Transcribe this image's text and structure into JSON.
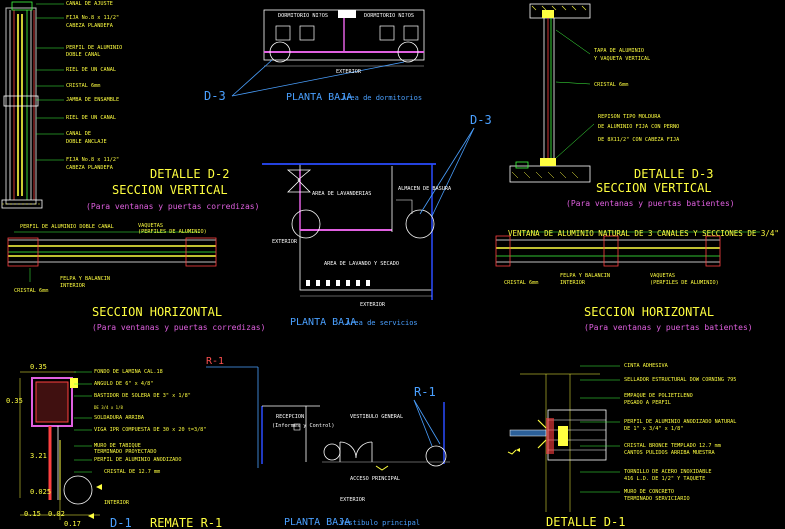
{
  "detail_d2": {
    "title": "DETALLE D-2",
    "subtitle": "SECCION VERTICAL",
    "note": "(Para ventanas y puertas corredizas)",
    "labels": [
      "CANAL DE AJUSTE",
      "FIJA No.8 x 11/2\"",
      "CABEZA PLANDEFA",
      "PERFIL DE ALUMINIO",
      "DOBLE CANAL",
      "RIEL DE UN CANAL",
      "CRISTAL 6mm",
      "JAMBA DE ENSAMBLE",
      "RIEL DE UN CANAL",
      "CANAL DE",
      "DOBLE ANCLAJE",
      "FIJA No.8 x 11/2\"",
      "CABEZA PLANDEFA"
    ]
  },
  "horiz_left": {
    "title": "SECCION HORIZONTAL",
    "note": "(Para ventanas y puertas corredizas)",
    "labels": [
      "PERFIL DE ALUMINIO DOBLE CANAL",
      "VAQUETAS",
      "(PERFILES DE ALUMINIO)",
      "FELPA Y BALANCIN",
      "INTERIOR",
      "CRISTAL 6mm"
    ]
  },
  "plan_top": {
    "rooms": [
      "DORMITORIO NI?OS",
      "DORMITORIO NI?OS"
    ],
    "exterior": "EXTERIOR",
    "title": "PLANTA BAJA",
    "subtitle": "Area de dormitorios",
    "marker": "D-3"
  },
  "detail_d3": {
    "labels": [
      "TAPA DE ALUMINIO",
      "Y VAQUETA VERTICAL",
      "CRISTAL 6mm",
      "REPISON TIPO MOLDURA",
      "DE ALUMINIO FIJA CON PERNO",
      "DE 8X11/2\" CON CABEZA FIJA"
    ],
    "title": "DETALLE D-3",
    "subtitle": "SECCION VERTICAL",
    "note": "(Para ventanas y puertas batientes)"
  },
  "plan_center": {
    "marker": "D-3",
    "labels": [
      "AREA DE LAVANDERIAS",
      "ALMACEN DE BASURA",
      "EXTERIOR",
      "AREA DE LAVANDO Y SECADO",
      "EXTERIOR"
    ],
    "title": "PLANTA BAJA",
    "subtitle": "Area de servicios"
  },
  "horiz_right": {
    "header": "VENTANA DE ALUMINIO NATURAL DE 3 CANALES Y SECCIONES DE 3/4\"",
    "labels": [
      "FELPA Y BALANCIN",
      "INTERIOR",
      "VAQUETAS",
      "(PERFILES DE ALUMINIO)",
      "CRISTAL 6mm"
    ],
    "title": "SECCION HORIZONTAL",
    "note": "(Para ventanas y puertas batientes)"
  },
  "remate": {
    "dims": [
      "0.35",
      "0.35",
      "3.21",
      "0.025",
      "0.15",
      "0.02",
      "0.17"
    ],
    "labels": [
      "FONDO DE LAMINA CAL.18",
      "ANGULO DE 6\" x 4/8\"",
      "BASTIDOR DE SOLERA DE 3\" x 1/8\"",
      "DE 3/4 x 1/8",
      "SOLDADURA ARRIBA",
      "VIGA IPR COMPUESTA DE 30 x 20 t=3/8\"",
      "MURO DE TABIQUE",
      "TERMINADO PROYECTADO",
      "PERFIL DE ALUMINIO ANODIZADO",
      "CRISTAL DE 12.7 mm",
      "INTERIOR"
    ],
    "title": "REMATE R-1",
    "marker": "D-1"
  },
  "plan_bottom": {
    "marker_top": "R-1",
    "marker_right": "R-1",
    "labels": [
      "RECEPCION",
      "(Informes y Control)",
      "VESTIBULO GENERAL",
      "ACCESO PRINCIPAL",
      "EXTERIOR"
    ],
    "title": "PLANTA BAJA",
    "subtitle": "Vestibulo principal"
  },
  "detail_d1": {
    "labels": [
      "CINTA ADHESIVA",
      "SELLADOR ESTRUCTURAL DOW CORNING 795",
      "EMPAQUE DE POLIETILENO",
      "PEGADO A PERFIL",
      "PERFIL DE ALUMINIO ANODIZADO NATURAL",
      "DE 1\" x 3/4\" x 1/8\"",
      "CRISTAL BRONCE TEMPLADO 12.7 mm",
      "CANTOS PULIDOS ARRIBA MUESTRA",
      "TORNILLO DE ACERO INOXIDABLE",
      "416  L.D. DE 1/2\" Y TAQUETE",
      "MURO DE CONCRETO",
      "TERMINADO SERVICIARIO"
    ],
    "title": "DETALLE D-1"
  },
  "colors": {
    "background": "#000000",
    "text": "#ffff40",
    "accent": "#e060e0",
    "line_blue": "#2a4cff",
    "marker": "#4aa0ff"
  }
}
